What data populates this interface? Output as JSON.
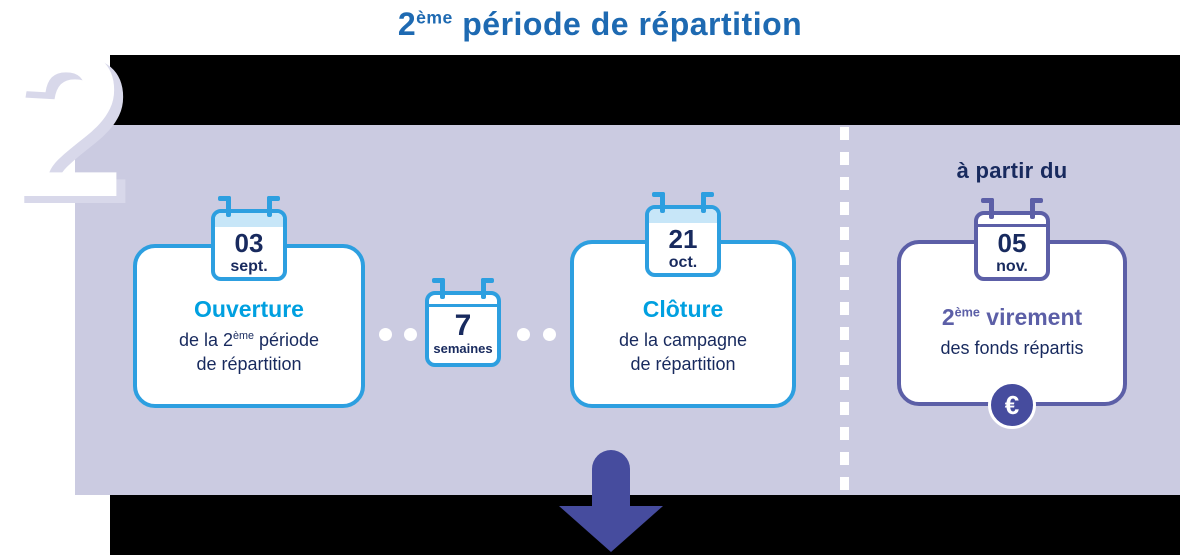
{
  "colors": {
    "title-blue": "#1e6ab2",
    "navy": "#182a5e",
    "cyan": "#00a0e0",
    "cyan-border": "#2d9fe0",
    "light-blue": "#c7e6f8",
    "purple": "#5c5fa7",
    "indigo": "#464c9e",
    "lavender": "#cbcbe1"
  },
  "icons": {
    "calendar": "calendar-icon",
    "euro": "€",
    "arrow": "down-arrow"
  },
  "title": {
    "pre": "2",
    "sup": "ème",
    "post": " période de répartition"
  },
  "step_number": "2",
  "timeline": {
    "opening": {
      "date_day": "03",
      "date_month": "sept.",
      "heading": "Ouverture",
      "body_pre": "de la 2",
      "body_sup": "ème",
      "body_post": " période",
      "body_line2": "de répartition"
    },
    "duration": {
      "value": "7",
      "unit": "semaines"
    },
    "closing": {
      "date_day": "21",
      "date_month": "oct.",
      "heading": "Clôture",
      "body_line1": "de la campagne",
      "body_line2": "de répartition"
    },
    "payment": {
      "kicker": "à partir du",
      "date_day": "05",
      "date_month": "nov.",
      "heading_pre": "2",
      "heading_sup": "ème",
      "heading_post": " virement",
      "body": "des fonds répartis",
      "euro_symbol": "€"
    }
  }
}
